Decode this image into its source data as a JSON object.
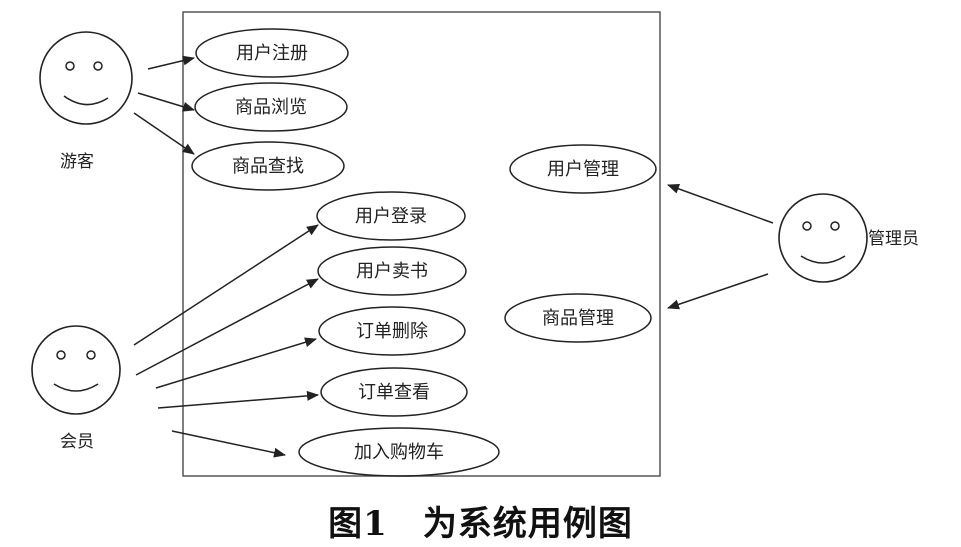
{
  "actors": {
    "guest": "游客",
    "member": "会员",
    "admin": "管理员"
  },
  "use_cases": {
    "register": "用户注册",
    "browse": "商品浏览",
    "search": "商品查找",
    "login": "用户登录",
    "sell_book": "用户卖书",
    "order_delete": "订单删除",
    "order_view": "订单查看",
    "add_cart": "加入购物车",
    "user_manage": "用户管理",
    "product_manage": "商品管理"
  },
  "caption": "图1　为系统用例图"
}
